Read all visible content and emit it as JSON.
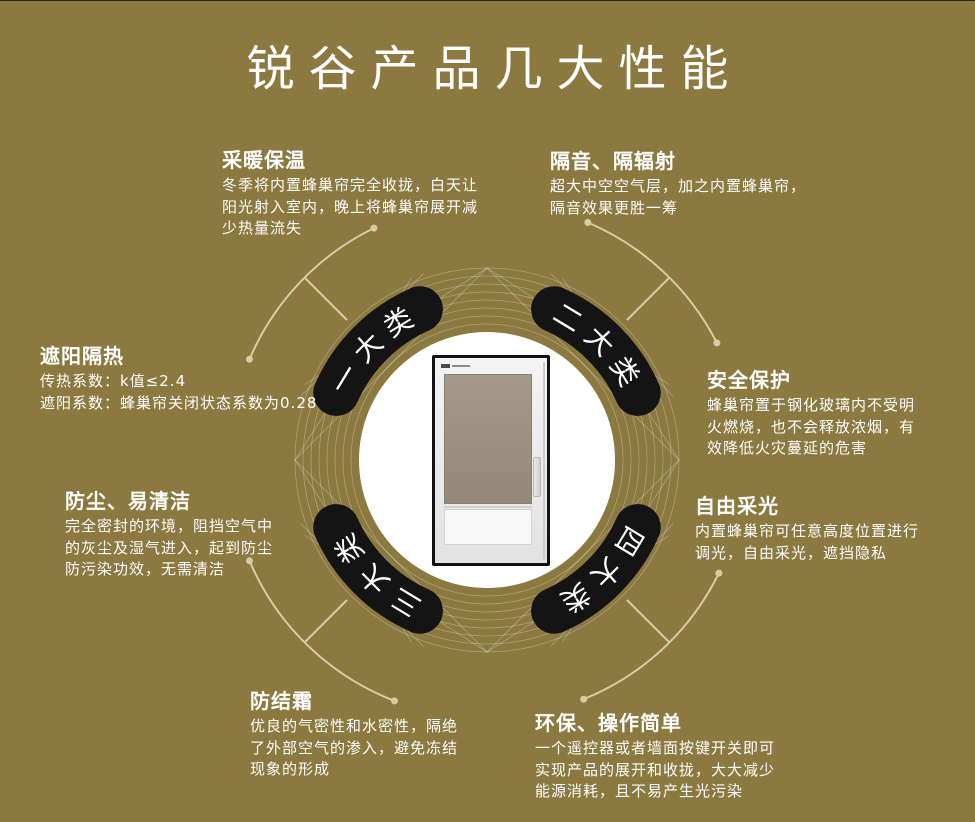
{
  "title": "锐谷产品几大性能",
  "categories": [
    {
      "label": "一大类"
    },
    {
      "label": "二大类"
    },
    {
      "label": "三大类"
    },
    {
      "label": "四大类"
    }
  ],
  "features": {
    "heating": {
      "title": "采暖保温",
      "lines": [
        "冬季将内置蜂巢帘完全收拢，白天让",
        "阳光射入室内，晚上将蜂巢帘展开减",
        "少热量流失"
      ]
    },
    "soundproof": {
      "title": "隔音、隔辐射",
      "lines": [
        "超大中空空气层，加之内置蜂巢帘，",
        "隔音效果更胜一筹"
      ]
    },
    "shading": {
      "title": "遮阳隔热",
      "lines": [
        "传热系数：k值≤2.4",
        "遮阳系数：蜂巢帘关闭状态系数为0.28"
      ]
    },
    "safety": {
      "title": "安全保护",
      "lines": [
        "蜂巢帘置于钢化玻璃内不受明",
        "火燃烧，也不会释放浓烟，有",
        "效降低火灾蔓延的危害"
      ]
    },
    "dustproof": {
      "title": "防尘、易清洁",
      "lines": [
        "完全密封的环境，阻挡空气中",
        "的灰尘及湿气进入，起到防尘",
        "防污染功效，无需清洁"
      ]
    },
    "daylight": {
      "title": "自由采光",
      "lines": [
        "内置蜂巢帘可任意高度位置进行",
        "调光，自由采光，遮挡隐私"
      ]
    },
    "antifrost": {
      "title": "防结霜",
      "lines": [
        "优良的气密性和水密性，隔绝",
        "了外部空气的渗入，避免冻结",
        "现象的形成"
      ]
    },
    "eco": {
      "title": "环保、操作简单",
      "lines": [
        "一个遥控器或者墙面按键开关即可",
        "实现产品的展开和收拢，大大减少",
        "能源消耗，且不易产生光污染"
      ]
    }
  },
  "colors": {
    "background": "#8B7940",
    "ring": "#D6CCA6",
    "banner": "#141414",
    "text": "#FFFFFF",
    "glass": "#9E9282"
  }
}
